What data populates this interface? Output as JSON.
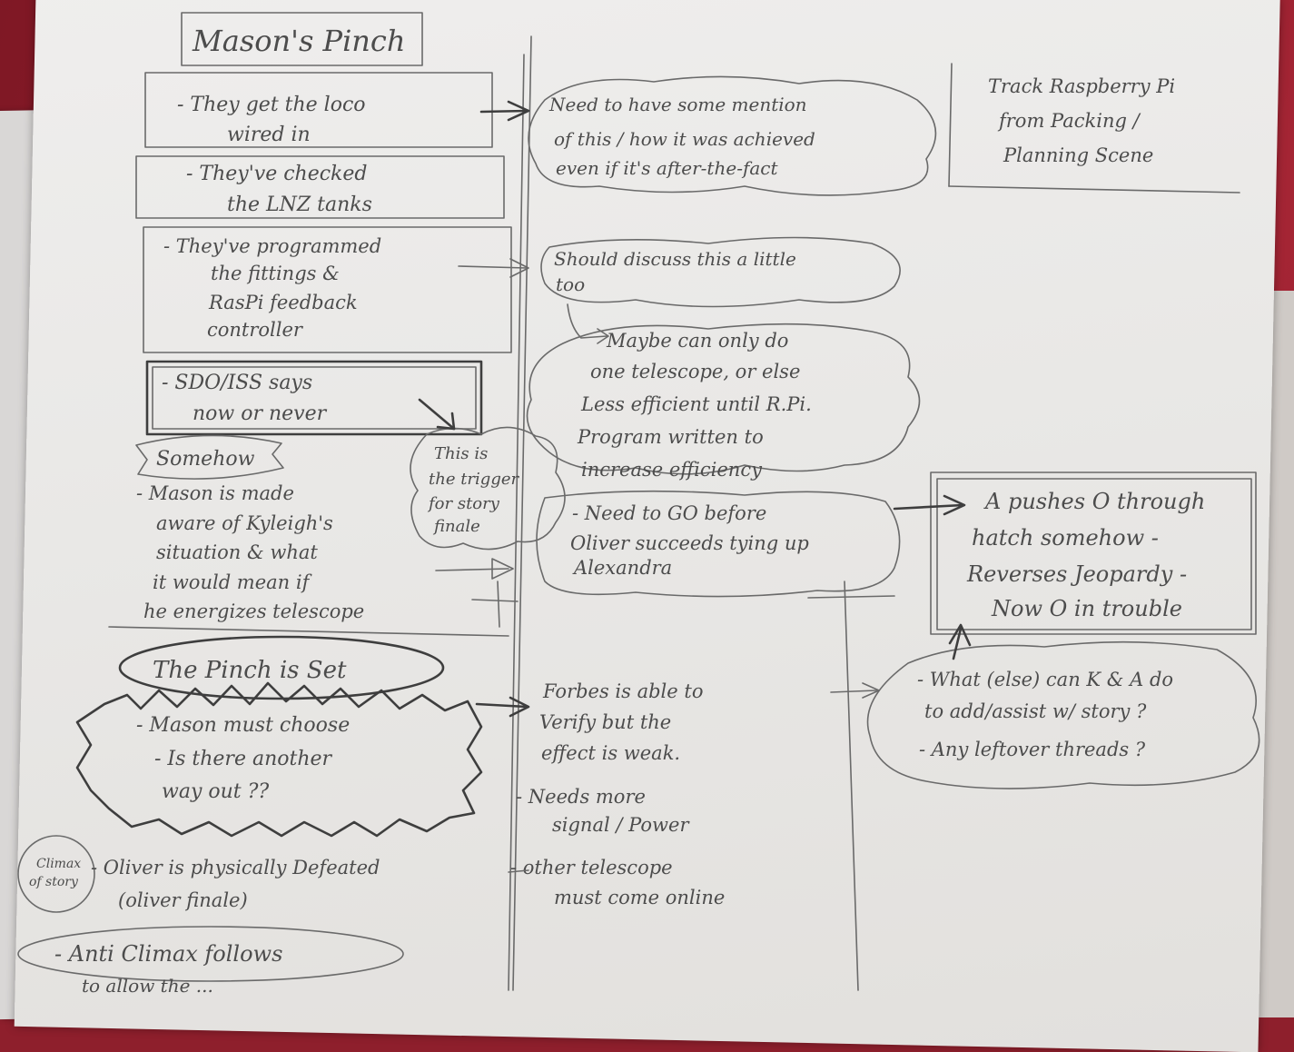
{
  "title": "Mason's Pinch",
  "notes": {
    "loco_wired": [
      "- They get the loco",
      "wired in"
    ],
    "lnz_tanks": [
      "- They've checked",
      "the LNZ tanks"
    ],
    "programmed": [
      "- They've programmed",
      "the fittings &",
      "RasPi feedback",
      "controller"
    ],
    "sdo_iss": [
      "- SDO/ISS says",
      "now or never"
    ],
    "somehow": "Somehow",
    "mason_aware": [
      "- Mason is made",
      "aware of Kyleigh's",
      "situation & what",
      "it would mean if",
      "he energizes telescope"
    ],
    "pinch_set": "The Pinch is Set",
    "mason_choose": [
      "- Mason must choose",
      "- Is there another",
      "way out ??"
    ],
    "climax_label": [
      "Climax",
      "of story"
    ],
    "oliver_defeated": [
      "- Oliver is physically Defeated",
      "(oliver finale)"
    ],
    "anti_climax": "- Anti Climax follows",
    "anti_climax_cont": "to allow the ...",
    "need_mention": [
      "Need to have some mention",
      "of this / how it was achieved",
      "even if it's after-the-fact"
    ],
    "track_raspberry": [
      "Track Raspberry Pi",
      "from Packing /",
      "Planning Scene"
    ],
    "discuss": [
      "Should discuss this a little",
      "too"
    ],
    "maybe_one": [
      "Maybe can only do",
      "one telescope, or else",
      "Less efficient until R.Pi.",
      "Program written to",
      "increase efficiency"
    ],
    "trigger": [
      "This is",
      "the trigger",
      "for story",
      "finale"
    ],
    "need_go": [
      "- Need to GO before",
      "Oliver succeeds tying up",
      "Alexandra"
    ],
    "a_pushes": [
      "A pushes O through",
      "hatch somehow -",
      "Reverses Jeopardy -",
      "Now O in trouble"
    ],
    "what_else": [
      "- What (else) can K & A do",
      "to add/assist w/ story ?",
      "- Any leftover threads ?"
    ],
    "forbes": [
      "Forbes is able to",
      "Verify but the",
      "effect is weak."
    ],
    "needs_power": [
      "- Needs more",
      "signal / Power"
    ],
    "other_telescope": [
      "- other telescope",
      "must come online"
    ]
  }
}
